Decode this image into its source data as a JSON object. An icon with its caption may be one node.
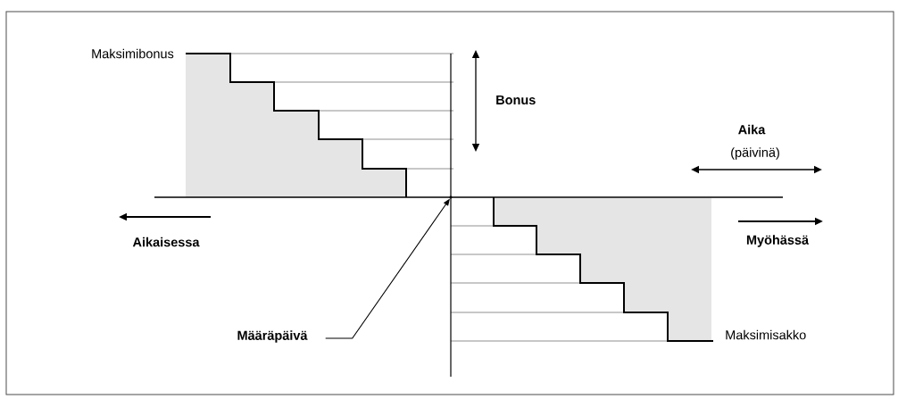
{
  "diagram": {
    "nodes": [
      {
        "text": [
          "Määräpäivä"
        ]
      },
      {
        "text": [],
        "shape": "point"
      }
    ],
    "edges": [
      {
        "from": 0,
        "to": 1,
        "arrow": "to"
      }
    ],
    "labels": [
      "Maksimibonus",
      "Bonus",
      "Aika",
      "(päivinä)",
      "Aikaisessa",
      "Myöhässä",
      "Maksimisakko"
    ]
  }
}
